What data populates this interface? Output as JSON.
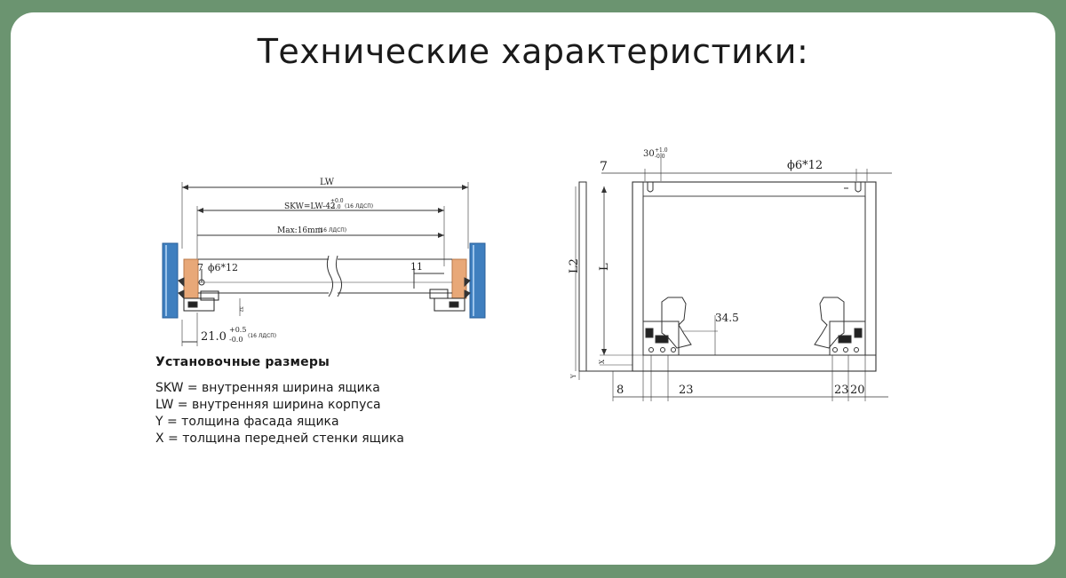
{
  "title": "Технические характеристики:",
  "legend": {
    "heading": "Установочные размеры",
    "lines": [
      "SKW = внутренняя ширина ящика",
      "LW = внутренняя ширина корпуса",
      "Y =  толщина фасада ящика",
      "X =  толщина передней стенки ящика"
    ]
  },
  "front_view": {
    "lw": "LW",
    "skw": "SKW=LW-42",
    "skw_tol_up": "+0.0",
    "skw_tol_down": "-1.0",
    "skw_note": "(16 ЛДСП)",
    "max": "Max:16mm",
    "max_note": "(16 ЛДСП)",
    "left_7": "7",
    "hole": "ϕ6*12",
    "right_11": "11",
    "offset": "21.0",
    "offset_tol_up": "+0.5",
    "offset_tol_down": "-0.0",
    "offset_note": "(16 ЛДСП)",
    "small_32": "32"
  },
  "side_view": {
    "top_7": "7",
    "top_30": "30",
    "top_30_tol_up": "+1.0",
    "top_30_tol_down": "-0.0",
    "hole": "ϕ6*12",
    "l2": "L2",
    "l": "L",
    "h345": "34.5",
    "x": "X",
    "y": "Y",
    "b8": "8",
    "b23": "23",
    "b23r": "23",
    "b20": "20"
  },
  "colors": {
    "background": "#6b9470",
    "card": "#ffffff",
    "cabinet_blue": "#3f7fbf",
    "drawer_side": "#e8a878",
    "line": "#333333"
  }
}
